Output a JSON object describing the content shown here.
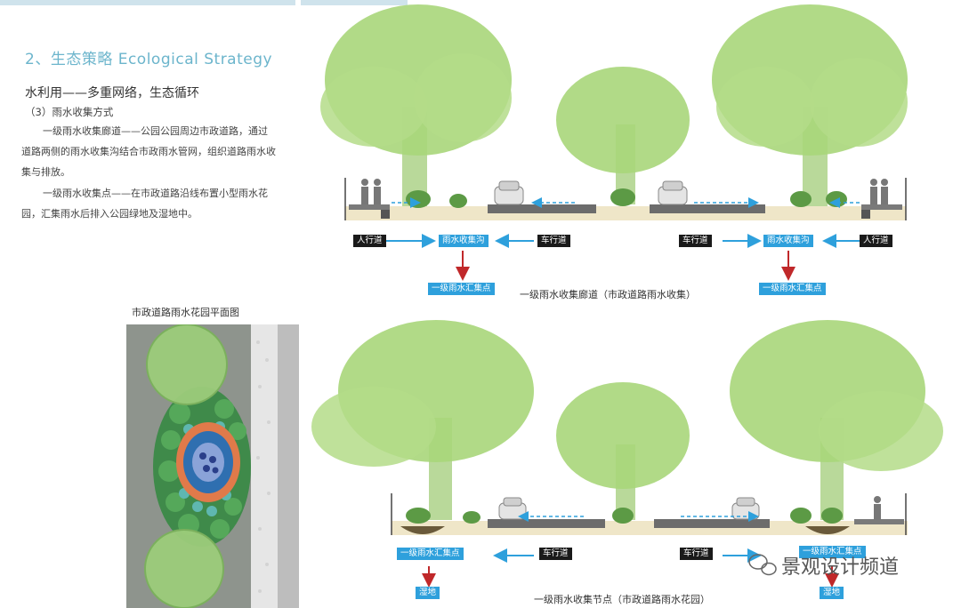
{
  "heading": "2、生态策略 Ecological Strategy",
  "subheading": "水利用——多重网络，生态循环",
  "subtitle": "（3）雨水收集方式",
  "paragraph1": "一级雨水收集廊道——公园公园周边市政道路，通过道路两侧的雨水收集沟结合市政雨水管网，组织道路雨水收集与排放。",
  "paragraph2": "一级雨水收集点——在市政道路沿线布置小型雨水花园，汇集雨水后排入公园绿地及湿地中。",
  "plan_title": "市政道路雨水花园平面图",
  "section1": {
    "caption": "一级雨水收集廊道（市政道路雨水收集）",
    "labels": {
      "sidewalk_left": "人行道",
      "ditch_left": "雨水收集沟",
      "road_left": "车行道",
      "road_right": "车行道",
      "ditch_right": "雨水收集沟",
      "sidewalk_right": "人行道",
      "point_left": "一级雨水汇集点",
      "point_right": "一级雨水汇集点"
    }
  },
  "section2": {
    "caption": "一级雨水收集节点（市政道路雨水花园）",
    "labels": {
      "point_left": "一级雨水汇集点",
      "road_left": "车行道",
      "road_right": "车行道",
      "point_right": "一级雨水汇集点",
      "wetland_left": "湿地",
      "wetland_right": "湿地"
    }
  },
  "watermark": "景观设计频道",
  "colors": {
    "heading": "#6cb5cc",
    "label_blue": "#2ea0dc",
    "label_dark": "#1a1a1a",
    "arrow_blue": "#2ea0dc",
    "arrow_red": "#c0282a",
    "tree": "#a9d67a"
  }
}
